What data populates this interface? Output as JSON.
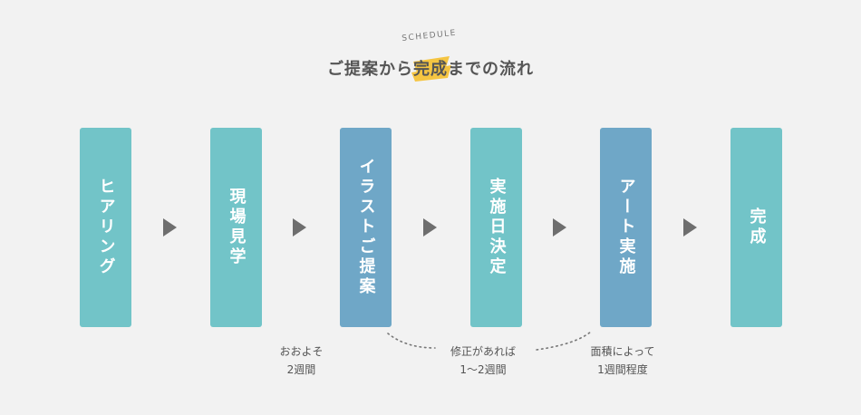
{
  "header": {
    "tag": "SCHEDULE",
    "title": "ご提案から完成までの流れ",
    "highlight_color": "#f5c542"
  },
  "steps": [
    {
      "label": "ヒアリング",
      "color": "#72c4c8"
    },
    {
      "label": "現場見学",
      "color": "#72c4c8"
    },
    {
      "label": "イラストご提案",
      "color": "#6fa7c7"
    },
    {
      "label": "実施日決定",
      "color": "#72c4c8"
    },
    {
      "label": "アート実施",
      "color": "#6fa7c7"
    },
    {
      "label": "完成",
      "color": "#72c4c8"
    }
  ],
  "notes": [
    {
      "line1": "おおよそ",
      "line2": "2週間"
    },
    {
      "line1": "修正があれば",
      "line2": "1〜2週間"
    },
    {
      "line1": "面積によって",
      "line2": "1週間程度"
    }
  ],
  "colors": {
    "background": "#f2f2f2",
    "arrow": "#6e6e6e",
    "text": "#555555"
  }
}
